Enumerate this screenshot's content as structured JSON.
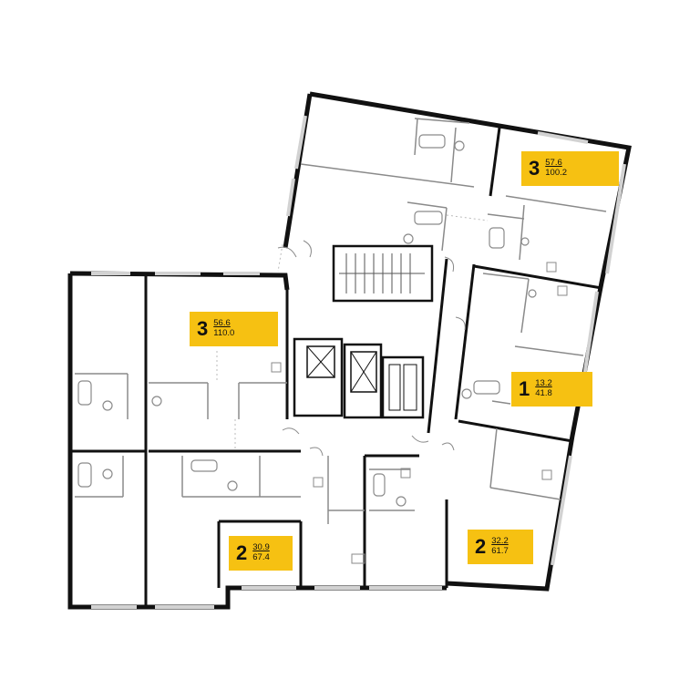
{
  "apartments": [
    {
      "rooms": "3",
      "living_area": "57.6",
      "total_area": "100.2"
    },
    {
      "rooms": "3",
      "living_area": "56.6",
      "total_area": "110.0"
    },
    {
      "rooms": "1",
      "living_area": "13.2",
      "total_area": "41.8"
    },
    {
      "rooms": "2",
      "living_area": "30.9",
      "total_area": "67.4"
    },
    {
      "rooms": "2",
      "living_area": "32.2",
      "total_area": "61.7"
    }
  ],
  "colors": {
    "badge": "#F6C112",
    "wall": "#111111",
    "partition": "#8A8A8A",
    "window": "#CFCFCF"
  }
}
